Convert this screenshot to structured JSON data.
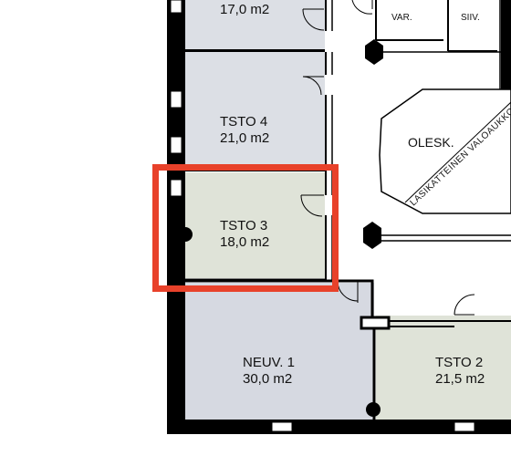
{
  "colors": {
    "office_fill": "#dcdfe5",
    "meeting_fill": "#d6d9e1",
    "highlight_fill": "#dfe3d8",
    "wall": "#000000",
    "highlight_border": "#e8412a"
  },
  "rooms": {
    "top_partial": {
      "area": "17,0 m2"
    },
    "tsto4": {
      "name": "TSTO 4",
      "area": "21,0 m2"
    },
    "tsto3": {
      "name": "TSTO 3",
      "area": "18,0 m2"
    },
    "neuv1": {
      "name": "NEUV. 1",
      "area": "30,0 m2"
    },
    "tsto2": {
      "name": "TSTO 2",
      "area": "21,5 m2"
    },
    "var": {
      "name": "VAR."
    },
    "siiv": {
      "name": "SIIV."
    },
    "olesk": {
      "name": "OLESK."
    }
  },
  "lightwell_label": "LASIKATTEINEN VALOAUKKO",
  "highlight": {
    "room": "TSTO 3"
  }
}
